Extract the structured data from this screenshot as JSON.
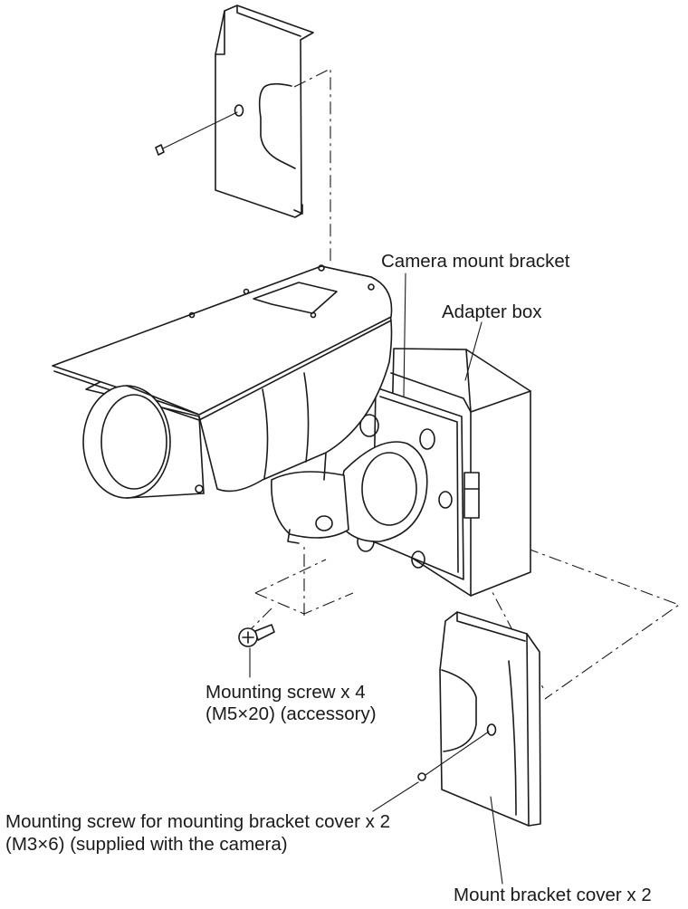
{
  "labels": {
    "camera_mount_bracket": "Camera mount bracket",
    "adapter_box": "Adapter box",
    "mounting_screw_line1": "Mounting screw x 4",
    "mounting_screw_line2": "(M5×20) (accessory)",
    "cover_screw_line1": "Mounting screw for mounting bracket cover x 2",
    "cover_screw_line2": "(M3×6) (supplied with the camera)",
    "mount_bracket_cover": "Mount bracket cover x 2"
  },
  "colors": {
    "ink": "#1a1a1a",
    "background": "#ffffff"
  }
}
